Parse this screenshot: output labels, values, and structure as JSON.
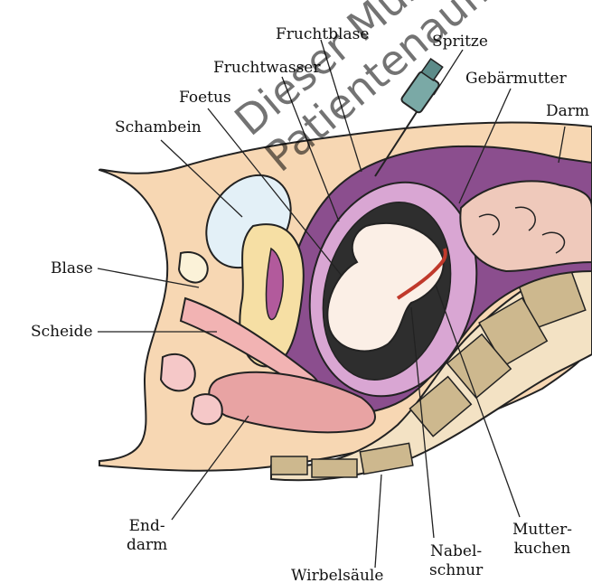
{
  "labels": {
    "fruchtblase": "Fruchtblase",
    "spritze": "Spritze",
    "fruchtwasser": "Fruchtwasser",
    "gebaermutter": "Gebärmutter",
    "foetus": "Foetus",
    "darm": "Darm",
    "schambein": "Schambein",
    "blase": "Blase",
    "scheide": "Scheide",
    "enddarm_1": "End-",
    "enddarm_2": "darm",
    "wirbelsaeule": "Wirbelsäule",
    "nabelschnur_1": "Nabel-",
    "nabelschnur_2": "schnur",
    "mutterkuchen_1": "Mutter-",
    "mutterkuchen_2": "kuchen"
  },
  "watermark": {
    "line1": "Dieser Muster",
    "line2": "Patientenaufk"
  },
  "colors": {
    "skin": "#f7d7b3",
    "bone_light": "#fbf2d8",
    "uterus_wall": "#8b4e8e",
    "amniotic_sac": "#d9a6d3",
    "amniotic_fluid": "#2e2e2e",
    "fetus": "#fbefe6",
    "intestine": "#efc9bb",
    "rectum": "#e8a3a3",
    "bladder": "#eef6fb",
    "pubic_bone": "#e3f0f7",
    "placenta": "#caa0cf"
  }
}
